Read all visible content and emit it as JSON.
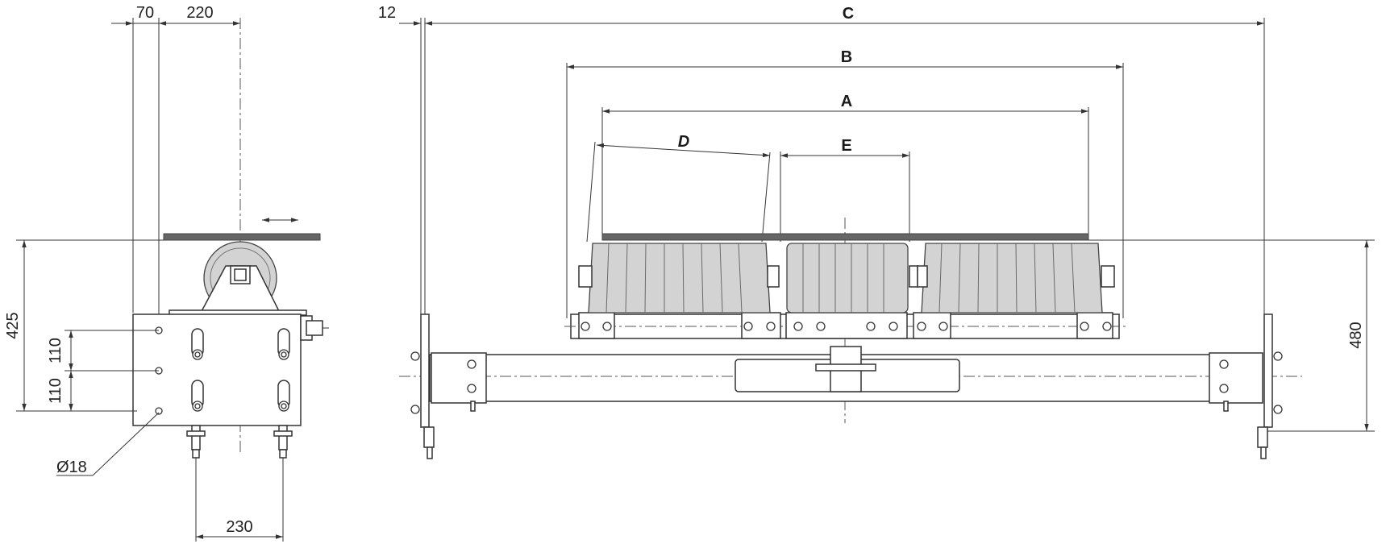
{
  "side_view": {
    "dims": {
      "d70": "70",
      "d220": "220",
      "d425": "425",
      "d110_top": "110",
      "d110_bottom": "110",
      "d230": "230",
      "hole_dia": "Ø18"
    }
  },
  "front_view": {
    "dims": {
      "d12": "12",
      "C": "C",
      "B": "B",
      "A": "A",
      "D": "D",
      "E": "E",
      "d480": "480"
    }
  }
}
